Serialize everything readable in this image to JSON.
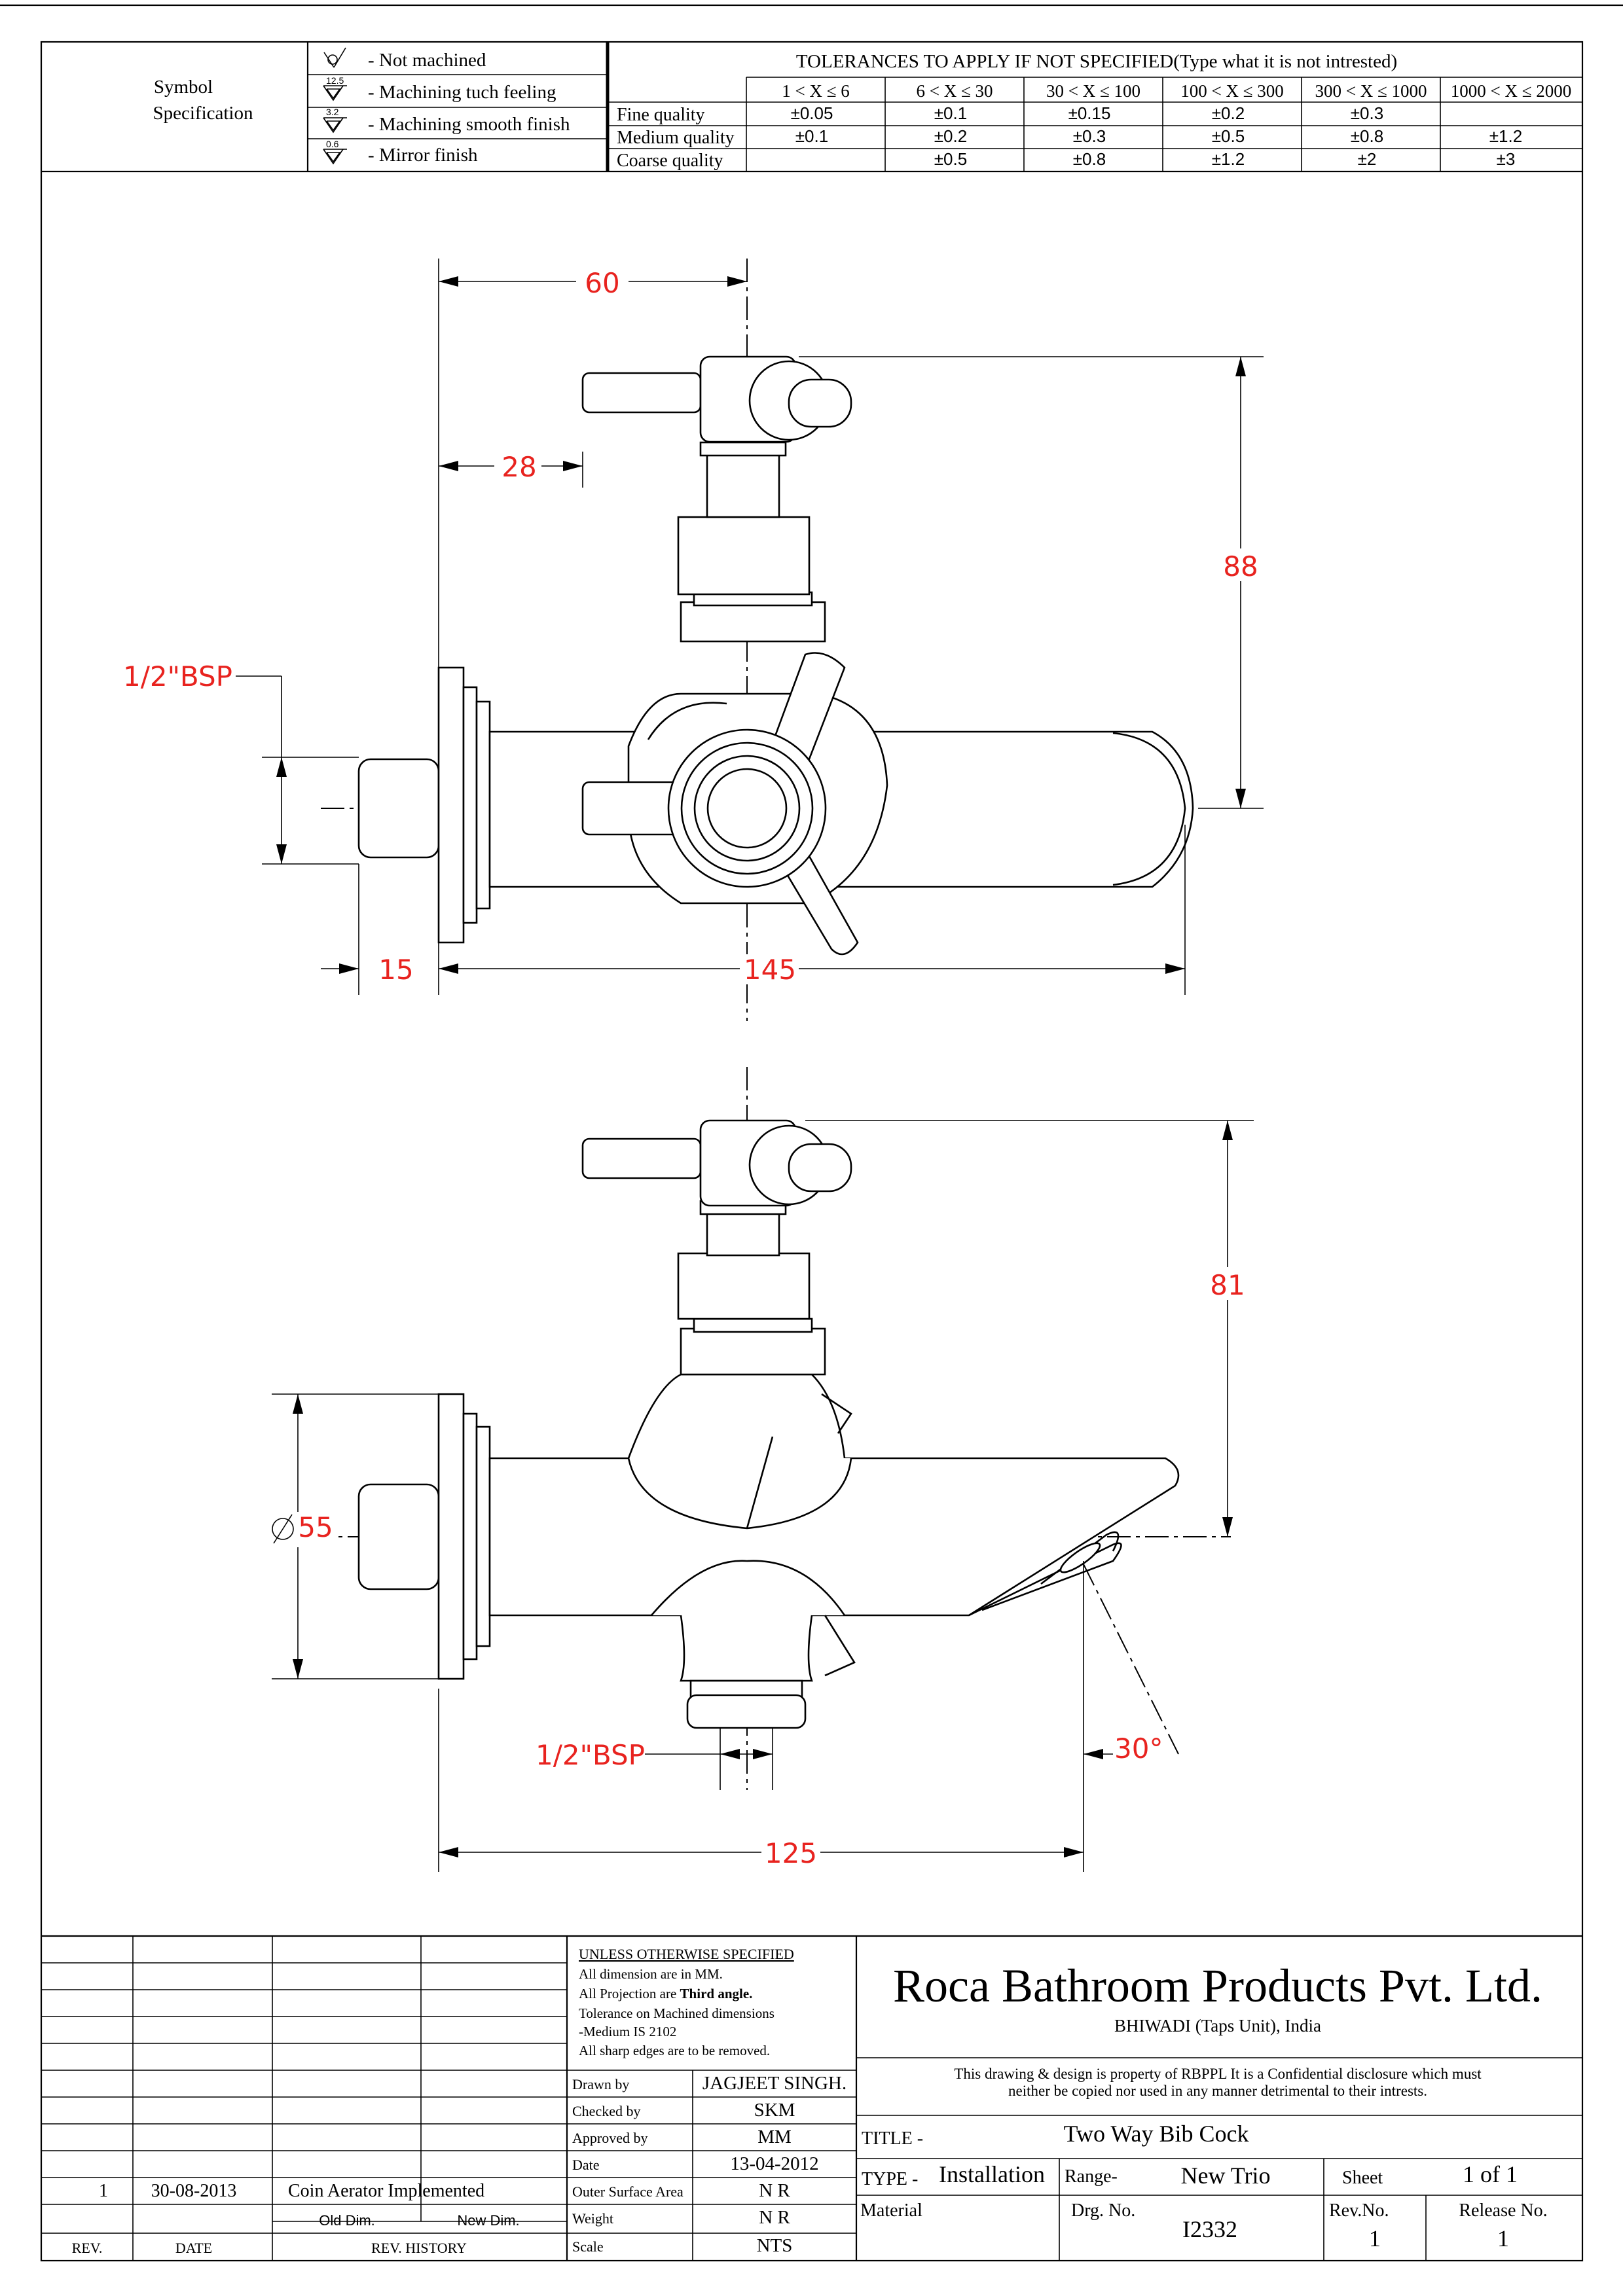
{
  "symbols": {
    "heading": "Symbol Specification",
    "items": [
      {
        "mark": "",
        "label": "- Not machined"
      },
      {
        "mark": "12.5",
        "label": "- Machining tuch feeling"
      },
      {
        "mark": "3.2",
        "label": "- Machining smooth finish"
      },
      {
        "mark": "0.6",
        "label": "- Mirror finish"
      }
    ]
  },
  "tolerances": {
    "heading": "TOLERANCES TO APPLY IF NOT SPECIFIED(Type what it is not intrested)",
    "ranges": [
      "1 < X ≤ 6",
      "6 < X ≤ 30",
      "30 < X ≤ 100",
      "100 < X ≤ 300",
      "300 < X ≤ 1000",
      "1000 < X ≤ 2000"
    ],
    "rows": [
      {
        "quality": "Fine quality",
        "values": [
          "±0.05",
          "±0.1",
          "±0.15",
          "±0.2",
          "±0.3",
          ""
        ]
      },
      {
        "quality": "Medium quality",
        "values": [
          "±0.1",
          "±0.2",
          "±0.3",
          "±0.5",
          "±0.8",
          "±1.2"
        ]
      },
      {
        "quality": "Coarse quality",
        "values": [
          "",
          "±0.5",
          "±0.8",
          "±1.2",
          "±2",
          "±3"
        ]
      }
    ]
  },
  "dimensions": {
    "top_view": {
      "width_60": "60",
      "width_28": "28",
      "height_88": "88",
      "inlet": "1/2\"BSP",
      "offset_15": "15",
      "length_145": "145"
    },
    "bottom_view": {
      "height_81": "81",
      "diameter_55": "55",
      "outlet": "1/2\"BSP",
      "angle_30": "30°",
      "length_125": "125"
    }
  },
  "notes": {
    "heading": "UNLESS OTHERWISE SPECIFIED",
    "lines": [
      "All dimension are in MM.",
      "All Projection are",
      "Tolerance on Machined dimensions",
      "-Medium IS 2102",
      "All sharp edges are to be removed."
    ],
    "projection_bold": "Third angle."
  },
  "approvals": [
    {
      "label": "Drawn by",
      "value": "JAGJEET SINGH."
    },
    {
      "label": "Checked by",
      "value": "SKM"
    },
    {
      "label": "Approved by",
      "value": "MM"
    },
    {
      "label": "Date",
      "value": "13-04-2012"
    },
    {
      "label": "Outer Surface Area",
      "value": "N R"
    },
    {
      "label": "Weight",
      "value": "N R"
    },
    {
      "label": "Scale",
      "value": "NTS"
    }
  ],
  "revision": {
    "rev": "1",
    "date": "30-08-2013",
    "history": "Coin Aerator Implemented",
    "old_dim": "Old Dim.",
    "new_dim": "New Dim.",
    "col_rev": "REV.",
    "col_date": "DATE",
    "col_history": "REV. HISTORY"
  },
  "company": {
    "name": "Roca Bathroom Products Pvt. Ltd.",
    "location": "BHIWADI (Taps Unit), India",
    "disclaimer_1": "This drawing & design is property of RBPPL It is a Confidential disclosure which must",
    "disclaimer_2": "neither be copied nor used in any manner detrimental to their intrests."
  },
  "title_block": {
    "title_label": "TITLE -",
    "title": "Two Way Bib Cock",
    "type_label": "TYPE -",
    "type": "Installation",
    "range_label": "Range-",
    "range": "New Trio",
    "sheet_label": "Sheet",
    "sheet": "1 of 1",
    "material_label": "Material",
    "drg_label": "Drg. No.",
    "drg_no": "I2332",
    "revno_label": "Rev.No.",
    "revno": "1",
    "release_label": "Release No.",
    "release": "1"
  }
}
